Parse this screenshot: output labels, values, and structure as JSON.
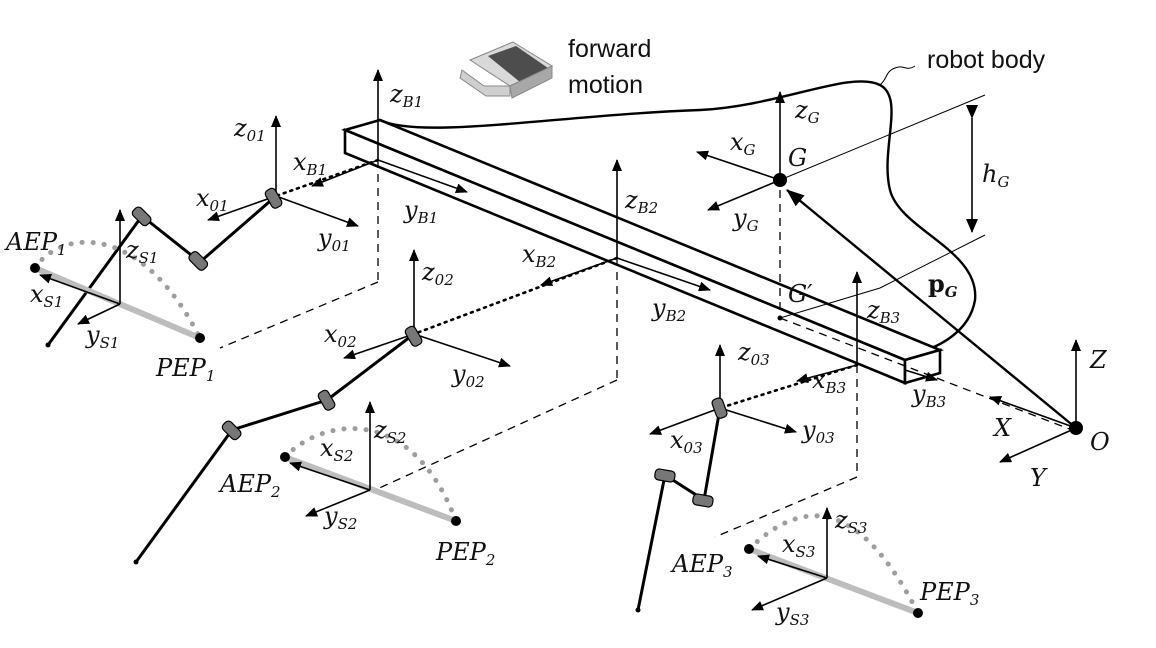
{
  "labels": {
    "forward_motion_1": "forward",
    "forward_motion_2": "motion",
    "robot_body": "robot body",
    "zB1": [
      "z",
      "B1"
    ],
    "xB1": [
      "x",
      "B1"
    ],
    "yB1": [
      "y",
      "B1"
    ],
    "zB2": [
      "z",
      "B2"
    ],
    "xB2": [
      "x",
      "B2"
    ],
    "yB2": [
      "y",
      "B2"
    ],
    "zB3": [
      "z",
      "B3"
    ],
    "xB3": [
      "x",
      "B3"
    ],
    "yB3": [
      "y",
      "B3"
    ],
    "z01": [
      "z",
      "01"
    ],
    "x01": [
      "x",
      "01"
    ],
    "y01": [
      "y",
      "01"
    ],
    "z02": [
      "z",
      "02"
    ],
    "x02": [
      "x",
      "02"
    ],
    "y02": [
      "y",
      "02"
    ],
    "z03": [
      "z",
      "03"
    ],
    "x03": [
      "x",
      "03"
    ],
    "y03": [
      "y",
      "03"
    ],
    "zS1": [
      "z",
      "S1"
    ],
    "xS1": [
      "x",
      "S1"
    ],
    "yS1": [
      "y",
      "S1"
    ],
    "zS2": [
      "z",
      "S2"
    ],
    "xS2": [
      "x",
      "S2"
    ],
    "yS2": [
      "y",
      "S2"
    ],
    "zS3": [
      "z",
      "S3"
    ],
    "xS3": [
      "x",
      "S3"
    ],
    "yS3": [
      "y",
      "S3"
    ],
    "AEP1": [
      "AEP",
      "1"
    ],
    "PEP1": [
      "PEP",
      "1"
    ],
    "AEP2": [
      "AEP",
      "2"
    ],
    "PEP2": [
      "PEP",
      "2"
    ],
    "AEP3": [
      "AEP",
      "3"
    ],
    "PEP3": [
      "PEP",
      "3"
    ],
    "xG": [
      "x",
      "G"
    ],
    "yG": [
      "y",
      "G"
    ],
    "zG": [
      "z",
      "G"
    ],
    "G": "G",
    "Gprime": "G′",
    "hG": [
      "h",
      "G"
    ],
    "pG": [
      "p",
      "G"
    ],
    "X": "X",
    "Y": "Y",
    "Z": "Z",
    "O": "O"
  }
}
